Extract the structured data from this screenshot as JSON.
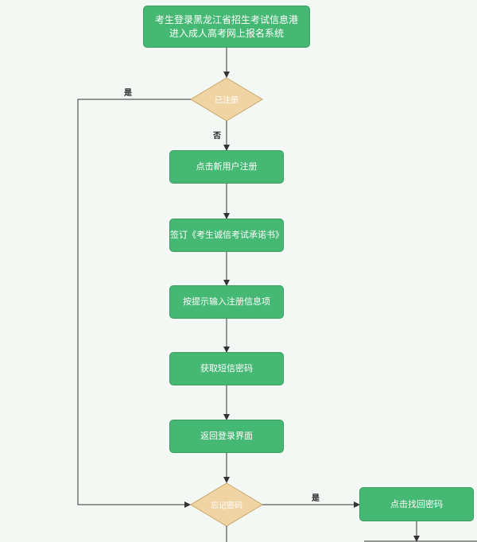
{
  "flow": {
    "start_line1": "考生登录黑龙江省招生考试信息港",
    "start_line2": "进入成人高考网上报名系统",
    "decision_registered": "已注册",
    "label_no": "否",
    "label_yes_registered": "是",
    "step_new_user": "点击新用户注册",
    "step_sign_pledge": "签订《考生诚信考试承诺书》",
    "step_input_info": "按提示输入注册信息项",
    "step_get_sms": "获取短信密码",
    "step_return_login": "返回登录界面",
    "decision_forgot": "忘记密码",
    "label_yes_forgot": "是",
    "step_retrieve": "点击找回密码"
  },
  "colors": {
    "box_fill": "#45b873",
    "decision_fill": "#f0d4a4",
    "line": "#333333",
    "background": "#f4f8f5"
  }
}
